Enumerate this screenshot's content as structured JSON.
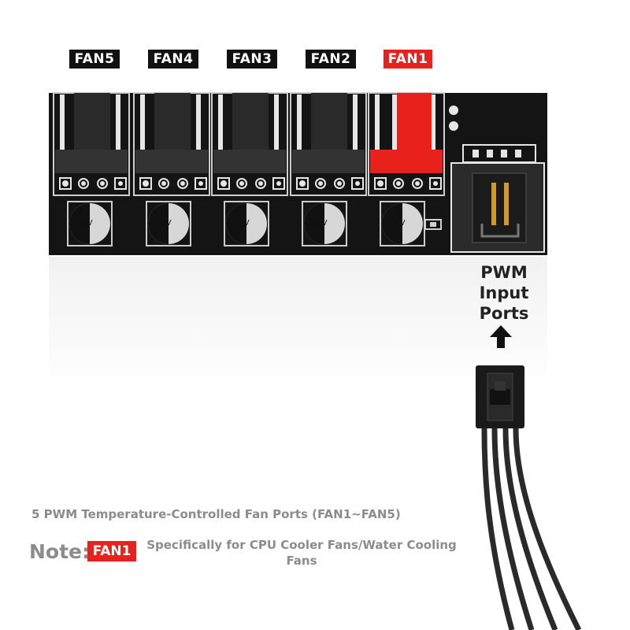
{
  "fan_labels": [
    {
      "text": "FAN5",
      "color": "#111111"
    },
    {
      "text": "FAN4",
      "color": "#111111"
    },
    {
      "text": "FAN3",
      "color": "#111111"
    },
    {
      "text": "FAN2",
      "color": "#111111"
    },
    {
      "text": "FAN1",
      "color": "#e8211d"
    }
  ],
  "capacitor": {
    "line1": "22",
    "line2": "16V",
    "line3": "VT"
  },
  "pwm": {
    "line1": "PWM",
    "line2": "Input",
    "line3": "Ports"
  },
  "description": "5 PWM Temperature-Controlled Fan Ports (FAN1~FAN5)",
  "note": {
    "label": "Note:",
    "badge": "FAN1",
    "text_line1": "Specifically for CPU Cooler Fans/Water Cooling",
    "text_line2": "Fans"
  },
  "colors": {
    "board": "#141414",
    "accent": "#e8211d",
    "muted_text": "#8c8c8c"
  }
}
